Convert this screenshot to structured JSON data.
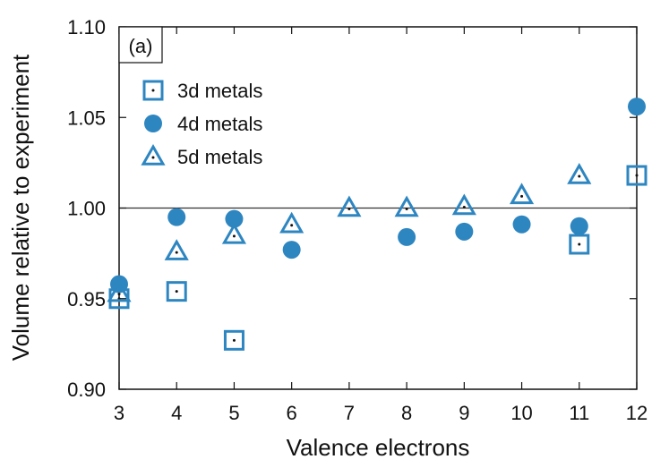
{
  "chart_data": {
    "type": "scatter",
    "xlabel": "Valence electrons",
    "ylabel": "Volume relative to experiment",
    "panel_label": "(a)",
    "xlim": [
      3,
      12
    ],
    "ylim": [
      0.9,
      1.1
    ],
    "xticks": [
      3,
      4,
      5,
      6,
      7,
      8,
      9,
      10,
      11,
      12
    ],
    "yticks": [
      "0.90",
      "0.95",
      "1.00",
      "1.05",
      "1.10"
    ],
    "reference_line_y": 1.0,
    "legend_position": "top-left",
    "color": "#2e86c1",
    "series": [
      {
        "name": "3d metals",
        "marker": "square-dot",
        "points": [
          [
            3,
            0.95
          ],
          [
            4,
            0.954
          ],
          [
            5,
            0.927
          ],
          [
            11,
            0.98
          ],
          [
            12,
            1.018
          ]
        ]
      },
      {
        "name": "4d metals",
        "marker": "circle",
        "points": [
          [
            3,
            0.958
          ],
          [
            4,
            0.995
          ],
          [
            5,
            0.994
          ],
          [
            6,
            0.977
          ],
          [
            8,
            0.984
          ],
          [
            9,
            0.987
          ],
          [
            10,
            0.991
          ],
          [
            11,
            0.99
          ],
          [
            12,
            1.056
          ]
        ]
      },
      {
        "name": "5d metals",
        "marker": "triangle-dot",
        "points": [
          [
            3,
            0.953
          ],
          [
            4,
            0.976
          ],
          [
            5,
            0.985
          ],
          [
            6,
            0.991
          ],
          [
            7,
            1.0
          ],
          [
            8,
            1.0
          ],
          [
            9,
            1.001
          ],
          [
            10,
            1.007
          ],
          [
            11,
            1.018
          ]
        ]
      }
    ]
  }
}
